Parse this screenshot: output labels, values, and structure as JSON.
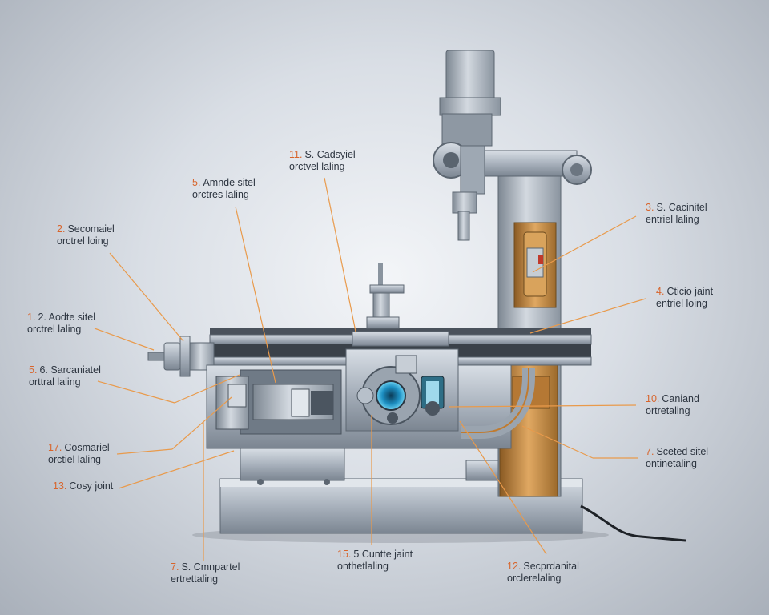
{
  "colors": {
    "leader_line": "#e99a4b",
    "number_accent": "#d8642b",
    "steel_light": "#c9d0d8",
    "steel_mid": "#8f99a5",
    "steel_dark": "#4b5560",
    "brass": "#c98a3c",
    "background": "#dfe3e8"
  },
  "callouts": [
    {
      "id": "c1",
      "num": "11.",
      "line1": "S. Cadsyiel",
      "line2": "orctvel laling"
    },
    {
      "id": "c2",
      "num": "5.",
      "line1": "Amnde sitel",
      "line2": "orctres laling"
    },
    {
      "id": "c3",
      "num": "2.",
      "line1": "Secomaiel",
      "line2": "orctrel loing"
    },
    {
      "id": "c4",
      "num": "3.",
      "line1": "S. Cacinitel",
      "line2": "entriel laling"
    },
    {
      "id": "c5",
      "num": "1.",
      "line1": "2. Aodte sitel",
      "line2": "orctrel laling"
    },
    {
      "id": "c6",
      "num": "4.",
      "line1": "Cticio jaint",
      "line2": "entriel loing"
    },
    {
      "id": "c7",
      "num": "5.",
      "line1": "6. Sarcaniatel",
      "line2": "orttral laling"
    },
    {
      "id": "c8",
      "num": "10.",
      "line1": "Caniand",
      "line2": "ortretaling"
    },
    {
      "id": "c9",
      "num": "17.",
      "line1": "Cosmariel",
      "line2": "orctiel laling"
    },
    {
      "id": "c10",
      "num": "7.",
      "line1": "Sceted sitel",
      "line2": "ontinetaling"
    },
    {
      "id": "c11",
      "num": "13.",
      "line1": "Cosy joint",
      "line2": ""
    },
    {
      "id": "c12",
      "num": "7.",
      "line1": "S. Cmnpartel",
      "line2": "ertrettaling"
    },
    {
      "id": "c13",
      "num": "15.",
      "line1": "5 Cuntte jaint",
      "line2": "onthetlaling"
    },
    {
      "id": "c14",
      "num": "12.",
      "line1": "Secprdanital",
      "line2": "orclerelaling"
    }
  ]
}
